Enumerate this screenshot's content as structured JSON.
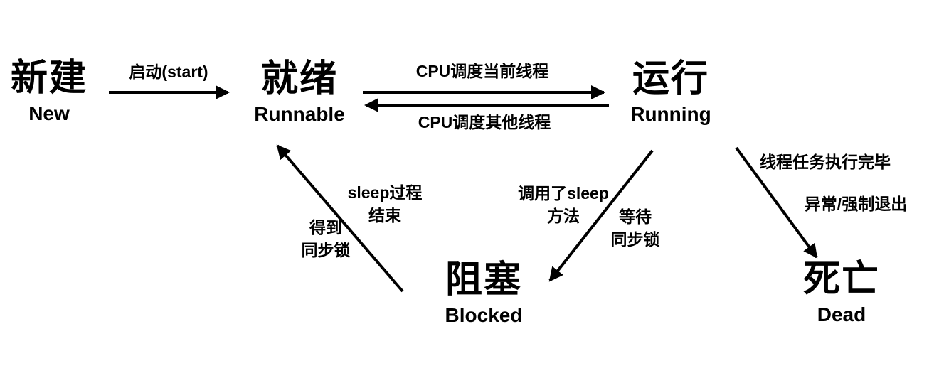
{
  "colors": {
    "ink": "#000000",
    "background": "#ffffff"
  },
  "states": {
    "new": {
      "zh": "新建",
      "en": "New"
    },
    "runnable": {
      "zh": "就绪",
      "en": "Runnable"
    },
    "running": {
      "zh": "运行",
      "en": "Running"
    },
    "blocked": {
      "zh": "阻塞",
      "en": "Blocked"
    },
    "dead": {
      "zh": "死亡",
      "en": "Dead"
    }
  },
  "labels": {
    "start": "启动(start)",
    "cpu_schedule_current": "CPU调度当前线程",
    "cpu_schedule_other": "CPU调度其他线程",
    "sleep_end_line1": "sleep过程",
    "sleep_end_line2": "结束",
    "acquire_lock_line1": "得到",
    "acquire_lock_line2": "同步锁",
    "call_sleep_line1": "调用了sleep",
    "call_sleep_line2": "方法",
    "wait_lock_line1": "等待",
    "wait_lock_line2": "同步锁",
    "task_complete": "线程任务执行完毕",
    "abnormal_exit": "异常/强制退出"
  }
}
